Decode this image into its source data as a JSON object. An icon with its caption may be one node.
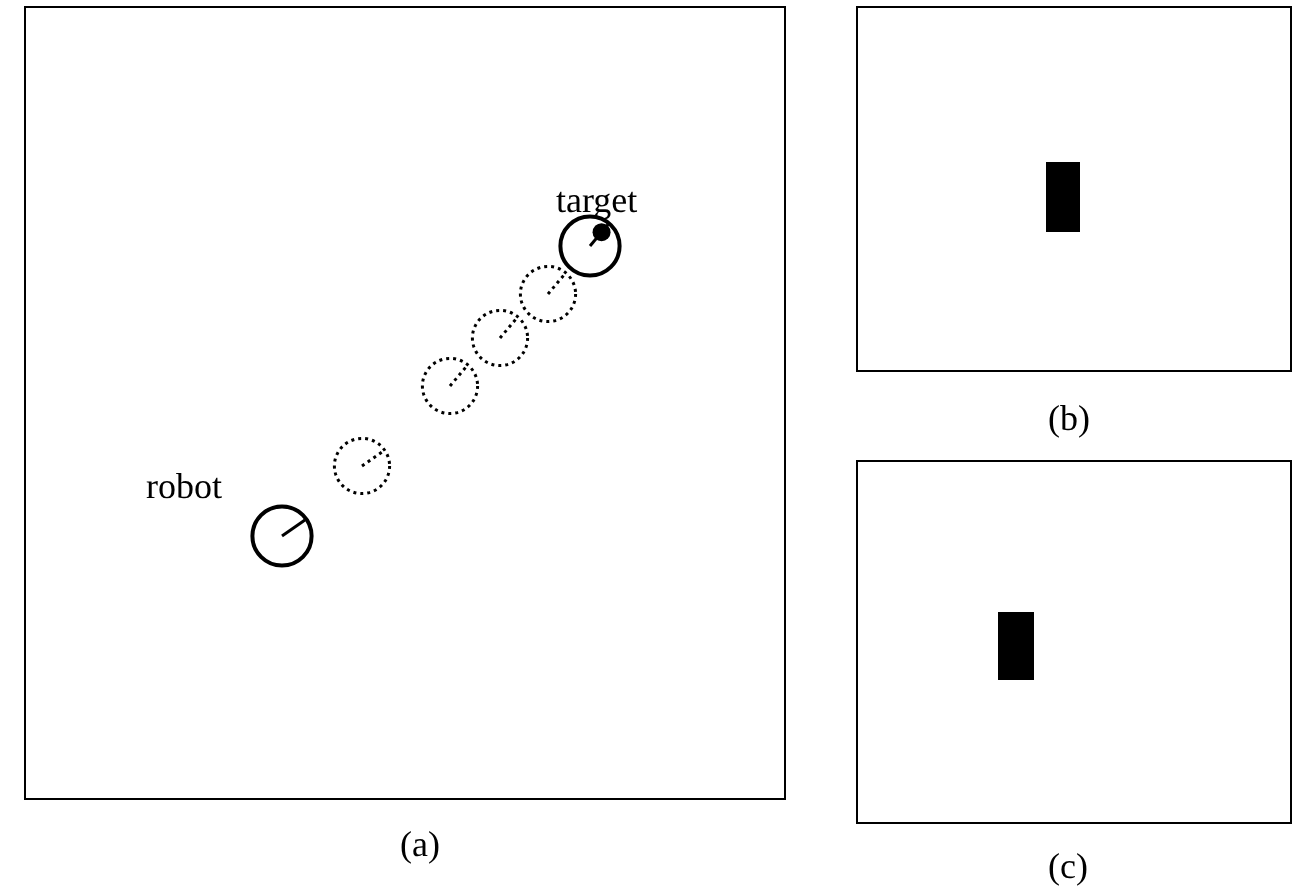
{
  "diagram": {
    "nodes": [
      {
        "text": [],
        "shape": "box",
        "beside": [
          "(a)"
        ]
      },
      {
        "text": [],
        "shape": "circle",
        "in": 0,
        "beside": [
          "robot"
        ]
      },
      {
        "text": [],
        "shape": "circle",
        "in": 0
      },
      {
        "text": [],
        "shape": "circle",
        "in": 0
      },
      {
        "text": [],
        "shape": "circle",
        "in": 0
      },
      {
        "text": [],
        "shape": "circle",
        "in": 0
      },
      {
        "text": [],
        "shape": "circle",
        "in": 0,
        "beside": [
          "target"
        ]
      },
      {
        "text": [],
        "shape": "box",
        "beside": [
          "(b)"
        ]
      },
      {
        "text": [],
        "shape": "bar",
        "in": 7
      },
      {
        "text": [],
        "shape": "box",
        "beside": [
          "(c)"
        ]
      },
      {
        "text": [],
        "shape": "bar",
        "in": 9
      }
    ]
  }
}
